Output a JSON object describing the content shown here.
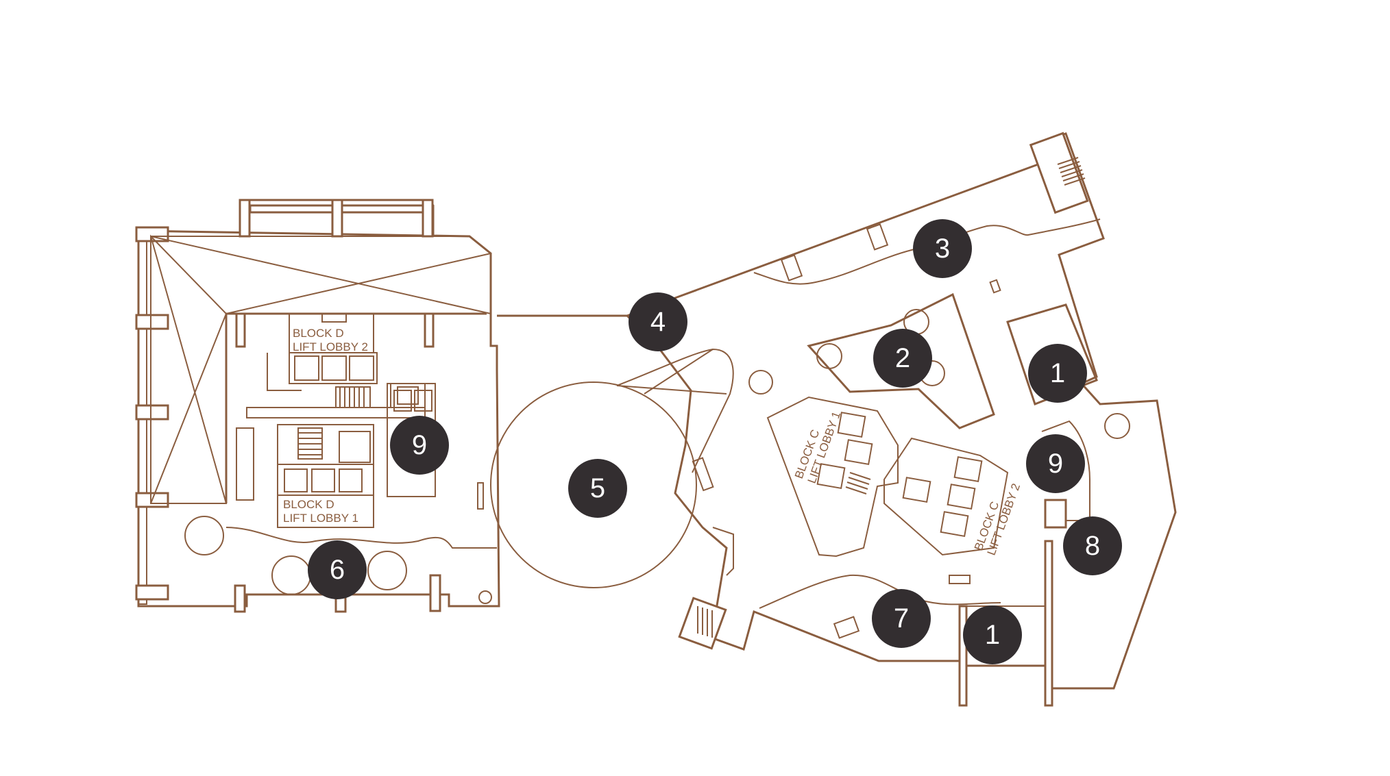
{
  "labels": {
    "block_d_lobby2_line1": "BLOCK D",
    "block_d_lobby2_line2": "LIFT LOBBY 2",
    "block_d_lobby1_line1": "BLOCK D",
    "block_d_lobby1_line2": "LIFT LOBBY 1",
    "block_c_lobby1_line1": "BLOCK C",
    "block_c_lobby1_line2": "LIFT LOBBY 1",
    "block_c_lobby2_line1": "BLOCK C",
    "block_c_lobby2_line2": "LIFT LOBBY 2"
  },
  "markers": [
    {
      "id": "m3",
      "label": "3"
    },
    {
      "id": "m4",
      "label": "4"
    },
    {
      "id": "m2",
      "label": "2"
    },
    {
      "id": "m1a",
      "label": "1"
    },
    {
      "id": "m9a",
      "label": "9"
    },
    {
      "id": "m5",
      "label": "5"
    },
    {
      "id": "m9b",
      "label": "9"
    },
    {
      "id": "m8",
      "label": "8"
    },
    {
      "id": "m6",
      "label": "6"
    },
    {
      "id": "m7",
      "label": "7"
    },
    {
      "id": "m1b",
      "label": "1"
    }
  ],
  "colors": {
    "wall": "#8a5d3f",
    "marker": "#332e30",
    "marker_text": "#ffffff"
  }
}
